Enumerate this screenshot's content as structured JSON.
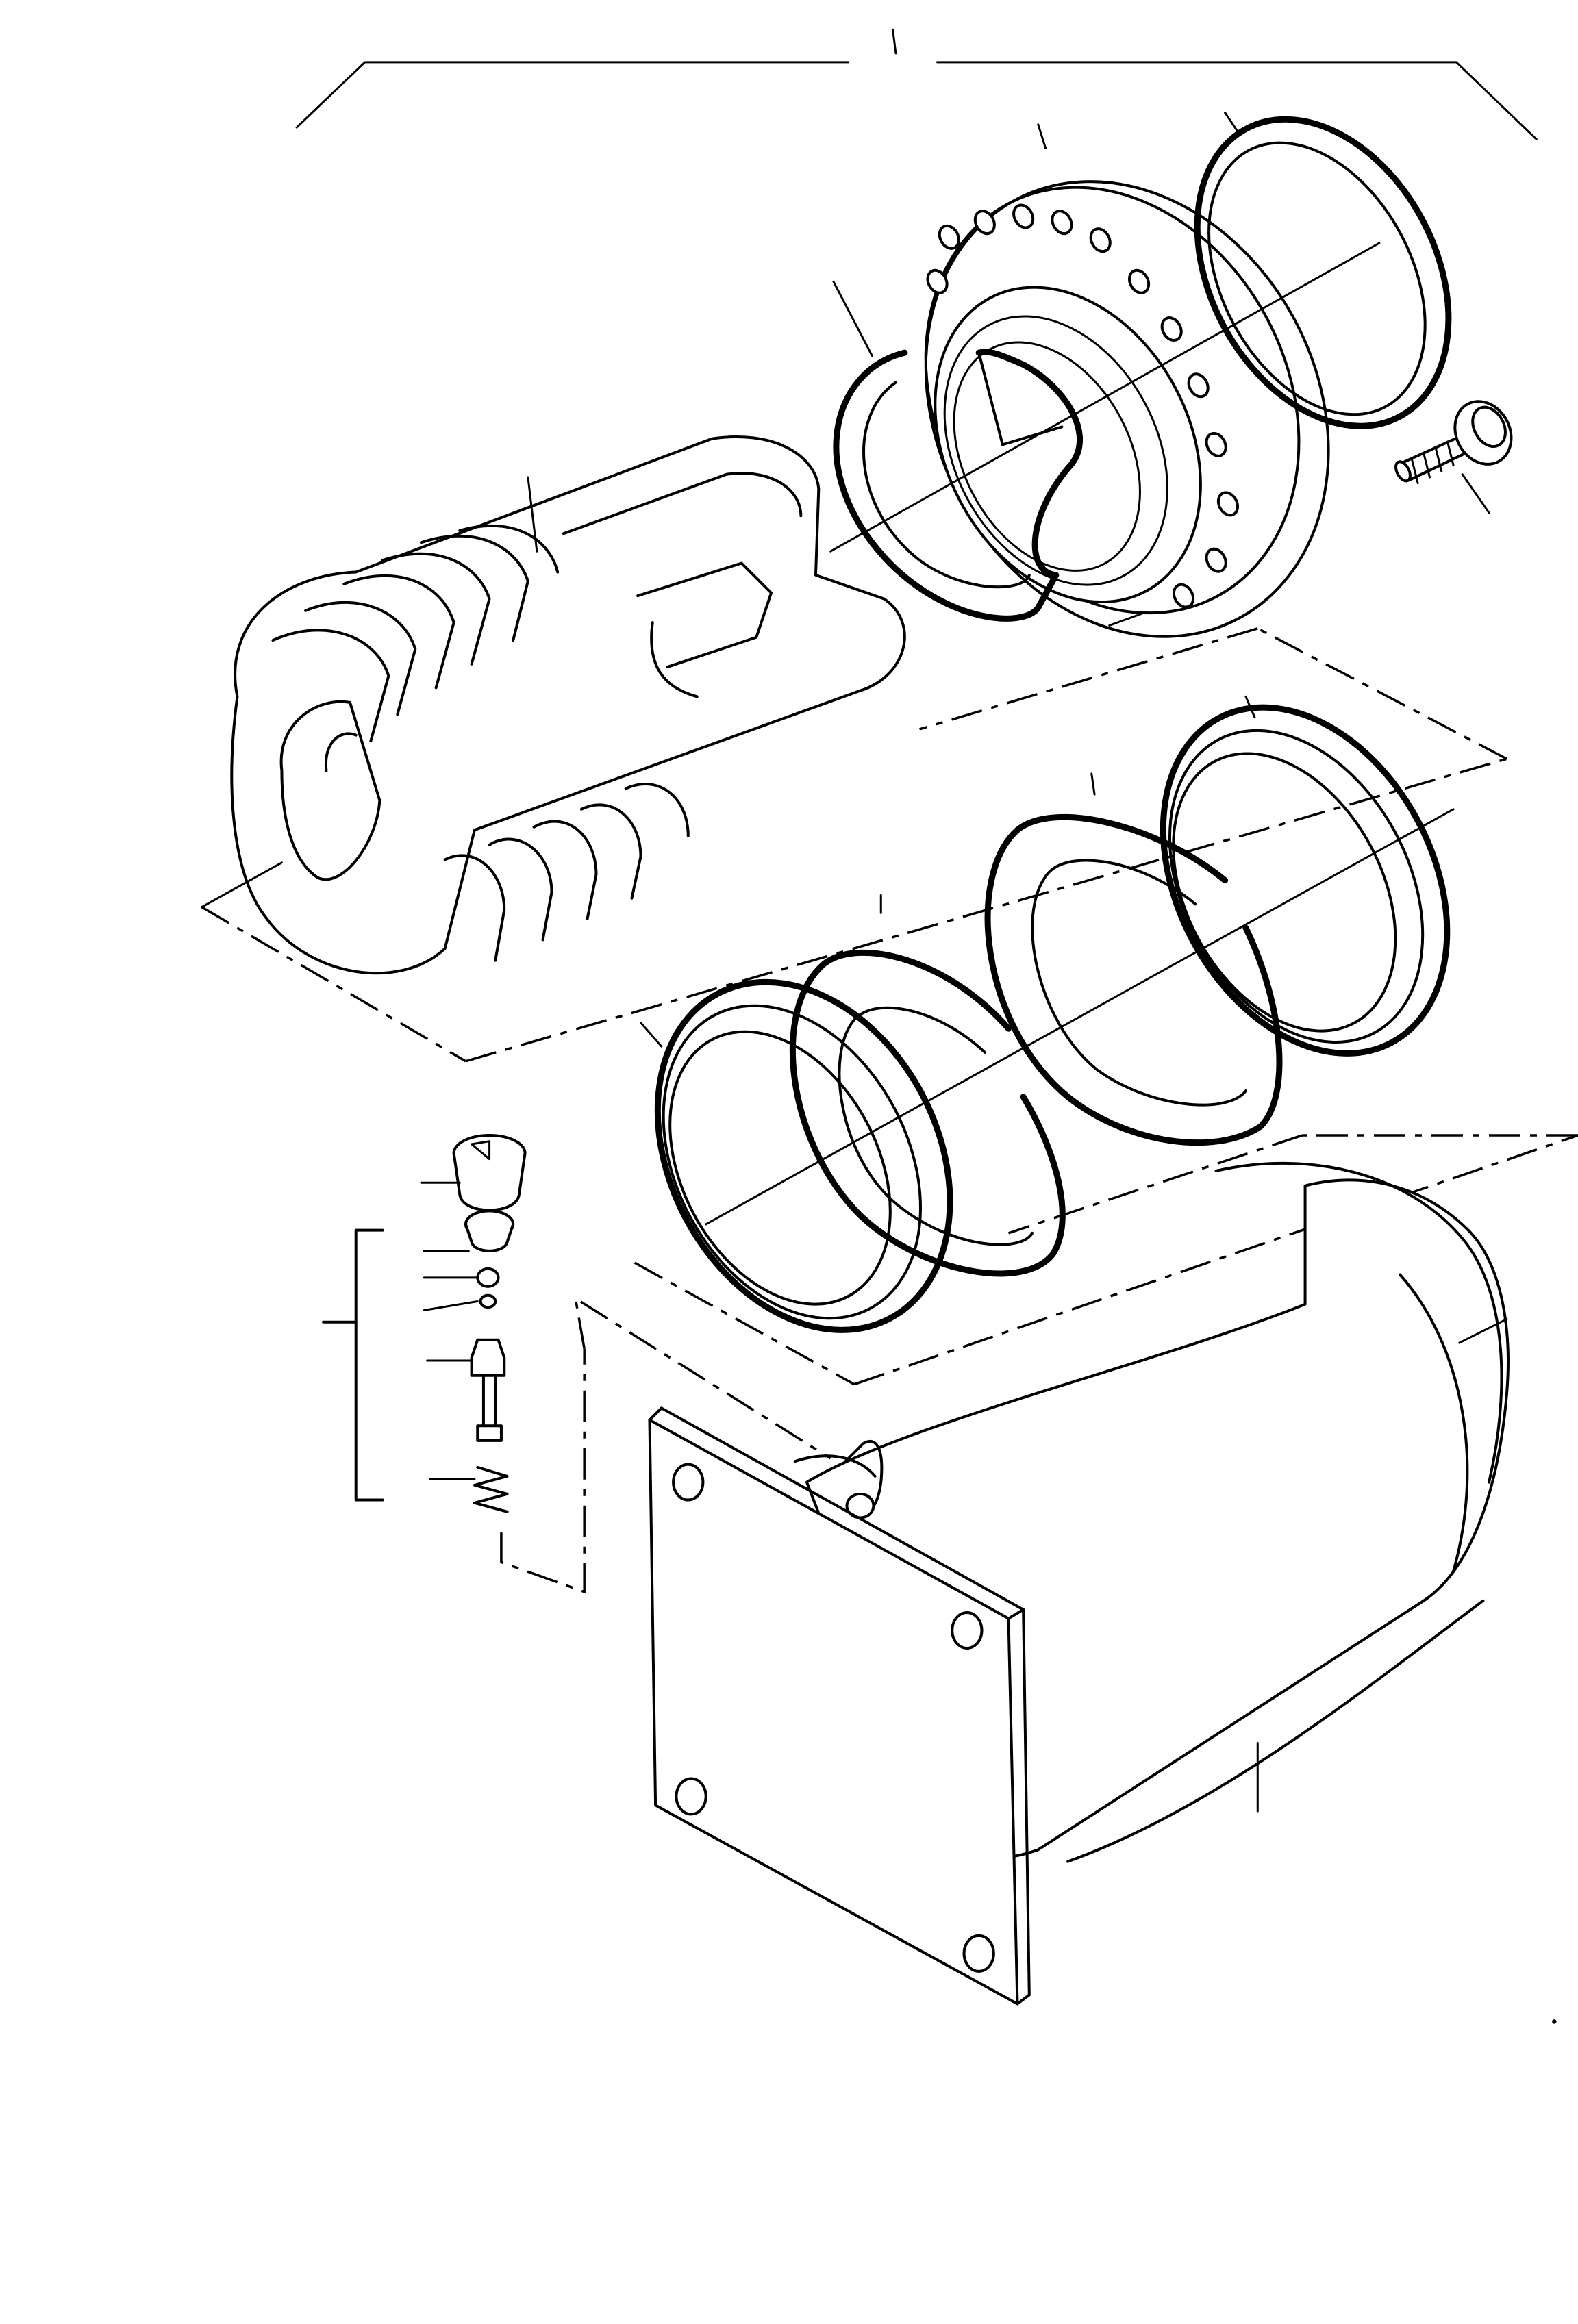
{
  "figure": {
    "type": "exploded-parts-diagram",
    "background": "#ffffff",
    "line_color": "#000000",
    "callouts": [
      {
        "part": "cylinder-head",
        "label": ""
      },
      {
        "part": "wiper-ring",
        "label": ""
      },
      {
        "part": "cap-screw",
        "label": ""
      },
      {
        "part": "split-bushing",
        "label": ""
      },
      {
        "part": "piston-rod",
        "label": ""
      },
      {
        "part": "head-seal",
        "label": ""
      },
      {
        "part": "backup-ring-large",
        "label": ""
      },
      {
        "part": "backup-ring-small",
        "label": ""
      },
      {
        "part": "rod-seal",
        "label": ""
      },
      {
        "part": "valve-plug",
        "label": ""
      },
      {
        "part": "valve-seat",
        "label": ""
      },
      {
        "part": "check-ball",
        "label": ""
      },
      {
        "part": "o-ring",
        "label": ""
      },
      {
        "part": "valve-stem",
        "label": ""
      },
      {
        "part": "valve-spring",
        "label": ""
      },
      {
        "part": "valve-kit-bracket",
        "label": ""
      },
      {
        "part": "cylinder-barrel",
        "label": ""
      }
    ]
  }
}
